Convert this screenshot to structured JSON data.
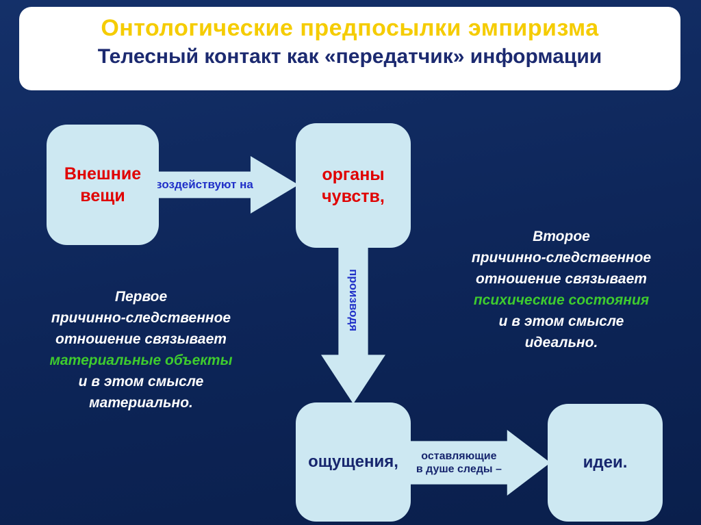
{
  "header": {
    "title": "Онтологические предпосылки эмпиризма",
    "subtitle": "Телесный контакт как «передатчик» информации"
  },
  "diagram": {
    "external_things": "Внешние вещи",
    "affect_label": "воздействуют на",
    "sense_organs": "органы чувств,",
    "producing_label": "производя",
    "sensations": "ощущения,",
    "leaving_line1": "оставляющие",
    "leaving_line2": "в душе следы –",
    "ideas": "идеи."
  },
  "left_note": {
    "line1": "Первое",
    "line2": "причинно-следственное",
    "line3": "отношение связывает",
    "highlight": "материальные объекты",
    "line4": "и в этом смысле",
    "line5": "материально."
  },
  "right_note": {
    "line1": "Второе",
    "line2": "причинно-следственное",
    "line3": "отношение связывает",
    "highlight": "психические состояния",
    "line4": "и в этом смысле",
    "line5": "идеально."
  },
  "colors": {
    "background": "#0d2558",
    "title_panel": "#ffffff",
    "title_yellow": "#f5cc00",
    "subtitle_navy": "#1c2a70",
    "node_fill": "#cde8f2",
    "node_text_red": "#e00000",
    "node_text_navy": "#17266e",
    "arrow_label_blue": "#2030c8",
    "highlight_green": "#3ecb2e",
    "note_text": "#ffffff"
  }
}
